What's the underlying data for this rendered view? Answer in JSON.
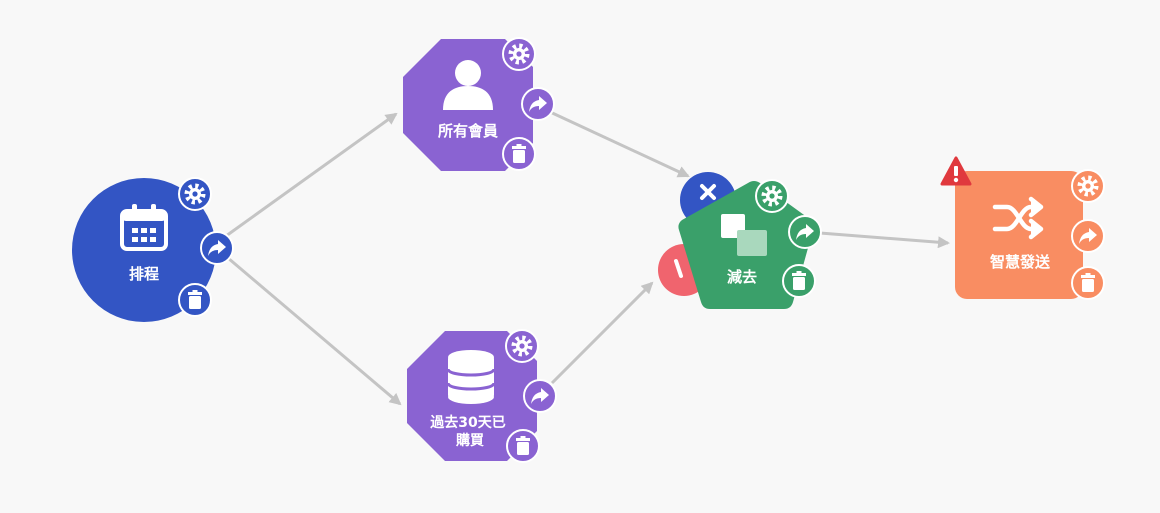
{
  "nodes": {
    "schedule": {
      "label": "排程",
      "icon": "calendar-icon",
      "color": "#3355c4"
    },
    "all_members": {
      "label": "所有會員",
      "icon": "user-icon",
      "color": "#8a63d2"
    },
    "purchased": {
      "label_line1": "過去30天已",
      "label_line2": "購買",
      "icon": "database-icon",
      "color": "#8a63d2"
    },
    "subtract": {
      "label": "減去",
      "icon": "subtract-icon",
      "color": "#3aa06a",
      "operand_a_color": "#3355c4",
      "operand_b_color": "#f0646e"
    },
    "smart_send": {
      "label": "智慧發送",
      "icon": "shuffle-icon",
      "color": "#f98d62",
      "warning_color": "#e0393e"
    }
  },
  "node_actions": [
    "gear-icon",
    "share-icon",
    "trash-icon"
  ],
  "edge_color": "#c4c4c4"
}
